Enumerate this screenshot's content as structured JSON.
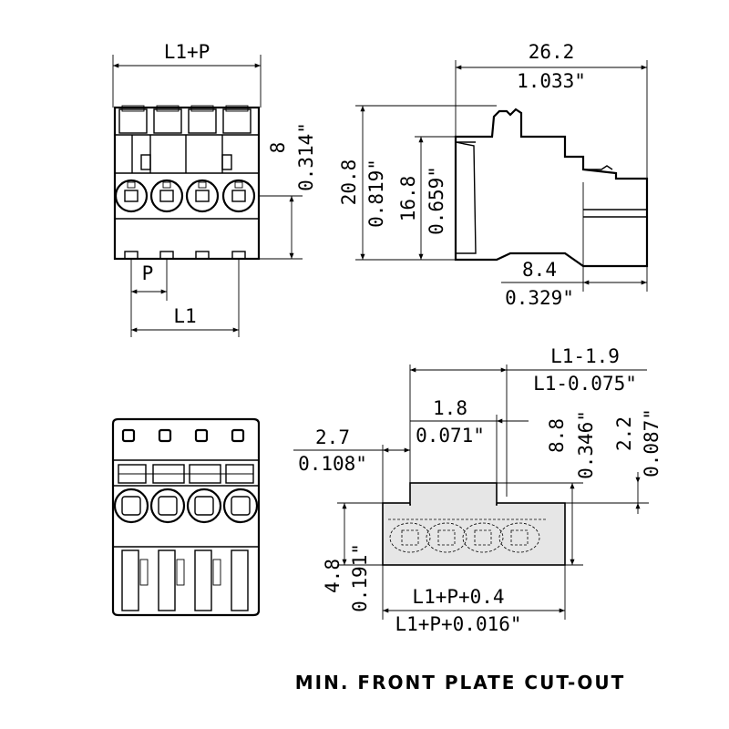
{
  "front_view": {
    "width_label": "L1+P",
    "height_mm": "8",
    "height_in": "0.314\"",
    "pitch_label": "P",
    "l1_label": "L1"
  },
  "side_view": {
    "depth_mm": "26.2",
    "depth_in": "1.033\"",
    "height_mm": "20.8",
    "height_in": "0.819\"",
    "inner_height_mm": "16.8",
    "inner_height_in": "0.659\"",
    "offset_mm": "8.4",
    "offset_in": "0.329\""
  },
  "cutout": {
    "width_mm": "L1-1.9",
    "width_in": "L1-0.075\"",
    "notch_mm": "1.8",
    "notch_in": "0.071\"",
    "left_mm": "2.7",
    "left_in": "0.108\"",
    "height_mm": "8.8",
    "height_in": "0.346\"",
    "tab_mm": "2.2",
    "tab_in": "0.087\"",
    "body_mm": "4.8",
    "body_in": "0.191\"",
    "total_mm": "L1+P+0.4",
    "total_in": "L1+P+0.016\""
  },
  "caption": "MIN. FRONT PLATE CUT-OUT"
}
